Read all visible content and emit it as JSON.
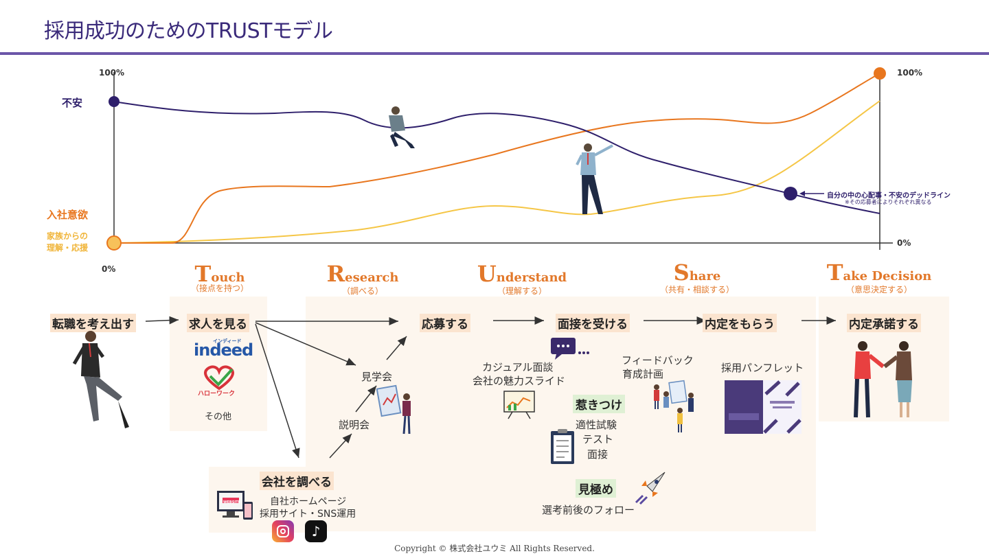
{
  "title": "採用成功のためのTRUSTモデル",
  "chart_data": {
    "type": "line",
    "y_top_left": "100%",
    "y_top_right": "100%",
    "y_bottom_left": "0%",
    "y_bottom_right": "0%",
    "series": [
      {
        "name": "不安",
        "color": "#2e1f6b"
      },
      {
        "name": "入社意欲",
        "color": "#e8761e"
      },
      {
        "name": "家族からの理解・応援",
        "color": "#f5c646"
      }
    ],
    "deadline_label": "自分の中の心配事・不安のデッドライン",
    "deadline_note": "※その応募者によりそれぞれ異なる"
  },
  "legend": {
    "anxiety": "不安",
    "motivation": "入社意欲",
    "family_line1": "家族からの",
    "family_line2": "理解・応援"
  },
  "phases": [
    {
      "initial": "T",
      "rest": "ouch",
      "sub": "（接点を持つ）"
    },
    {
      "initial": "R",
      "rest": "esearch",
      "sub": "（調べる）"
    },
    {
      "initial": "U",
      "rest": "nderstand",
      "sub": "（理解する）"
    },
    {
      "initial": "S",
      "rest": "hare",
      "sub": "（共有・相談する）"
    },
    {
      "initial": "T",
      "rest": "ake Decision",
      "sub": "（意思決定する）"
    }
  ],
  "steps": {
    "think": "転職を考え出す",
    "see_job": "求人を見る",
    "apply": "応募する",
    "interview": "面接を受ける",
    "offer": "内定をもらう",
    "accept": "内定承諾する",
    "research_company": "会社を調べる"
  },
  "touch_items": {
    "indeed_small": "インディード",
    "indeed": "indeed",
    "hellowork": "ハローワーク",
    "other": "その他"
  },
  "research_items": {
    "tour": "見学会",
    "briefing": "説明会",
    "homepage": "自社ホームページ",
    "recruit_site": "採用サイト・SNS運用",
    "website_badge": "WEBSITE"
  },
  "understand_items": {
    "casual": "カジュアル面談",
    "slides": "会社の魅力スライド",
    "attract": "惹きつけ",
    "aptitude": "適性試験",
    "test": "テスト",
    "interview": "面接",
    "assess": "見極め",
    "follow": "選考前後のフォロー"
  },
  "share_items": {
    "feedback": "フィードバック",
    "training": "育成計画",
    "pamphlet": "採用パンフレット"
  },
  "copyright": "Copyright © 株式会社ユウミ All Rights Reserved."
}
